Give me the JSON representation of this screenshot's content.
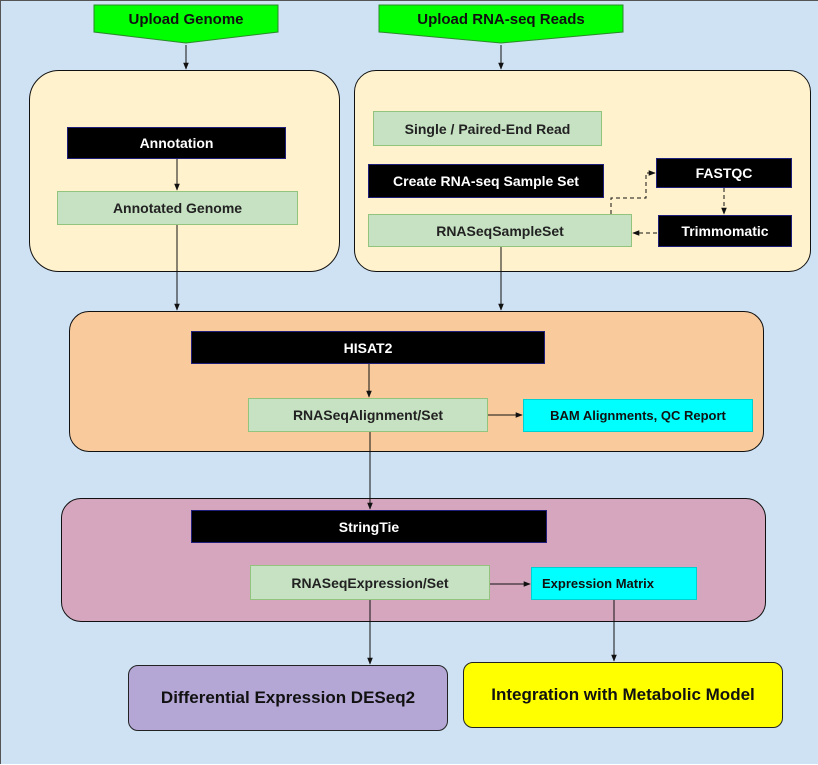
{
  "diagram": {
    "upload_genome": "Upload Genome",
    "upload_reads": "Upload RNA-seq Reads",
    "annotation": "Annotation",
    "annotated_genome": "Annotated Genome",
    "read_type": "Single / Paired-End Read",
    "create_sample_set": "Create RNA-seq Sample Set",
    "fastqc": "FASTQC",
    "sample_set": "RNASeqSampleSet",
    "trimmomatic": "Trimmomatic",
    "hisat2": "HISAT2",
    "alignment_set": "RNASeqAlignment/Set",
    "bam_alignments": "BAM Alignments, QC Report",
    "stringtie": "StringTie",
    "expression_set": "RNASeqExpression/Set",
    "expression_matrix": "Expression Matrix",
    "deseq2": "Differential Expression DESeq2",
    "metabolic_model": "Integration with Metabolic Model"
  },
  "colors": {
    "background": "#cfe2f3",
    "upload_green": "#00ff00",
    "genome_panel": "#fff2cc",
    "alignment_panel": "#f9cb9c",
    "expression_panel": "#d5a6bd",
    "result_purple": "#b4a7d6",
    "result_yellow": "#ffff00",
    "process_black": "#000000",
    "object_green": "#c6e2c2",
    "report_cyan": "#00ffff"
  }
}
